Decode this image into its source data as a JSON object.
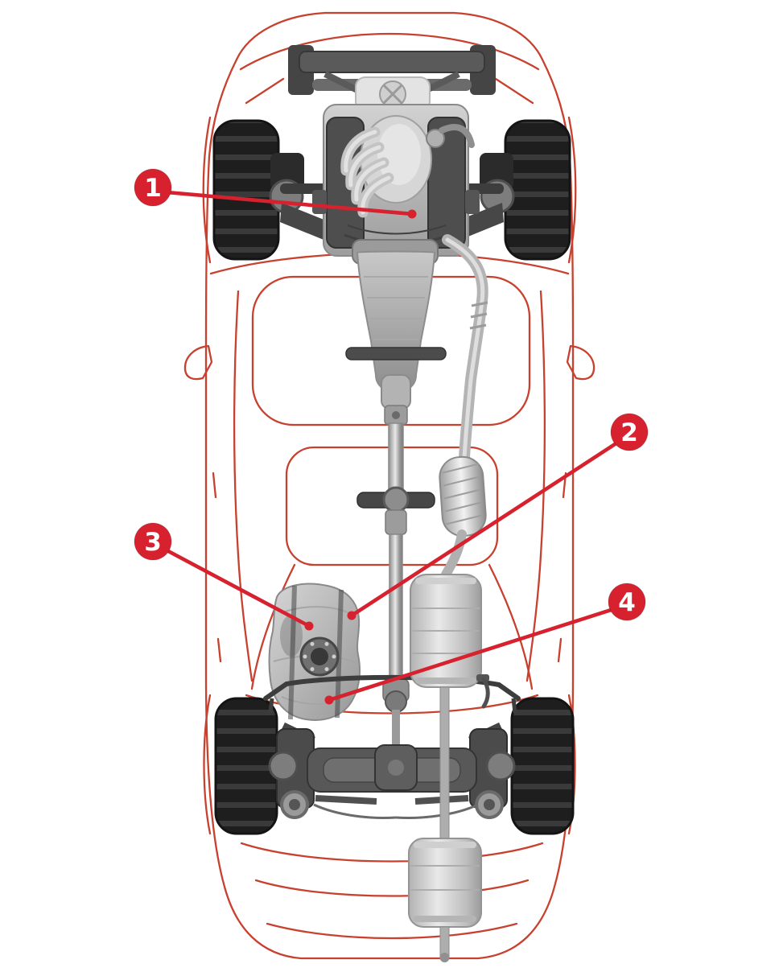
{
  "diagram": {
    "callouts": [
      {
        "label": "1",
        "target": "engine"
      },
      {
        "label": "2",
        "target": "fuel tank (upper area)"
      },
      {
        "label": "3",
        "target": "fuel tank (left side)"
      },
      {
        "label": "4",
        "target": "fuel tank (lower area)"
      }
    ],
    "colors": {
      "outline_red": "#c8402e",
      "callout_red": "#d7212e",
      "callout_text": "#ffffff"
    }
  }
}
